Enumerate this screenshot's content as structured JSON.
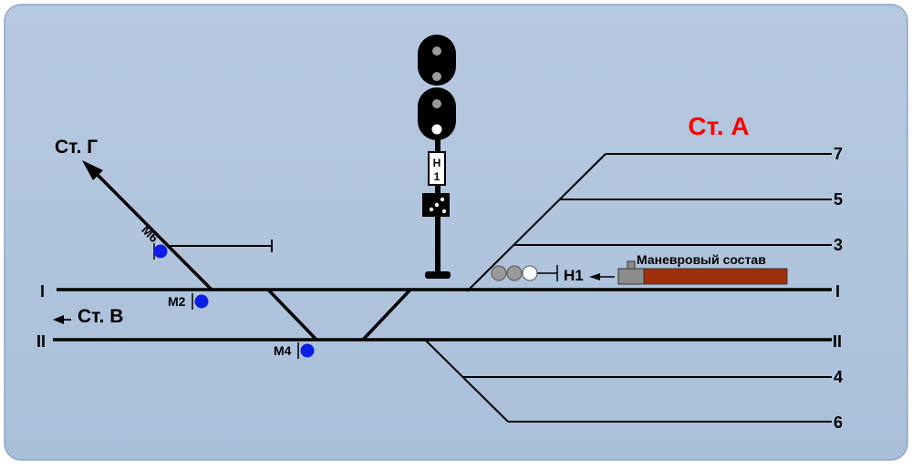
{
  "station_title": "Ст. А",
  "direction_g": "Ст. Г",
  "direction_v": "Ст. В",
  "track_labels": {
    "t1_left": "I",
    "t1_right": "I",
    "t2_left": "II",
    "t2_right": "II",
    "t3": "3",
    "t4": "4",
    "t5": "5",
    "t6": "6",
    "t7": "7"
  },
  "main_signal_plate": {
    "line1": "Н",
    "line2": "1"
  },
  "shunting_signals": {
    "m2": "М2",
    "m4": "М4",
    "m6": "М6"
  },
  "signal_h1_label": "Н1",
  "train_label": "Маневровый состав",
  "colors": {
    "background": "#b1c5dd",
    "frame": "#ffffff",
    "track": "#000000",
    "title": "#ff0000",
    "shunt_lamp": "#0a1ee8",
    "train_body": "#a0300c",
    "loco": "#8c8c8c",
    "lamp_off": "#9a9a9a",
    "lamp_on": "#ffffff"
  }
}
